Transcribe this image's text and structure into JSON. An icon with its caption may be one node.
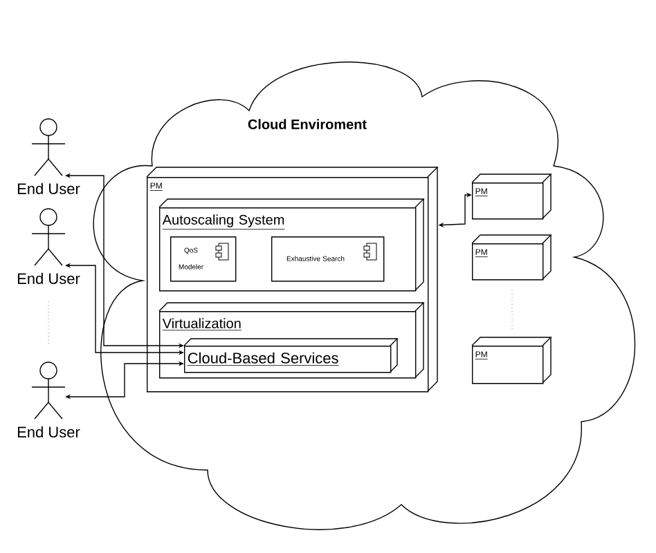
{
  "diagram": {
    "nodes": [
      {
        "text": [
          "Cloud Enviroment"
        ]
      },
      {
        "text": [
          "End User"
        ]
      },
      {
        "text": [
          "End User"
        ]
      },
      {
        "text": [
          "End User"
        ]
      },
      {
        "text": [
          "PM"
        ],
        "in": 0
      },
      {
        "text": [
          "Autoscaling System"
        ],
        "in": 4
      },
      {
        "text": [
          "QoS Modeler"
        ],
        "in": 5
      },
      {
        "text": [
          "Exhaustive Search"
        ],
        "in": 5
      },
      {
        "text": [
          "Virtualization"
        ],
        "in": 4
      },
      {
        "text": [
          "Cloud-Based Services"
        ],
        "in": 8
      },
      {
        "text": [
          "PM"
        ],
        "in": 0
      },
      {
        "text": [
          "PM"
        ],
        "in": 0
      },
      {
        "text": [
          "PM"
        ],
        "in": 0
      }
    ],
    "edges": [
      {
        "from": 1,
        "to": 9,
        "arrow": "both"
      },
      {
        "from": 2,
        "to": 9,
        "arrow": "both"
      },
      {
        "from": 3,
        "to": 9,
        "arrow": "both"
      },
      {
        "from": 4,
        "to": 10,
        "arrow": "both"
      }
    ]
  }
}
